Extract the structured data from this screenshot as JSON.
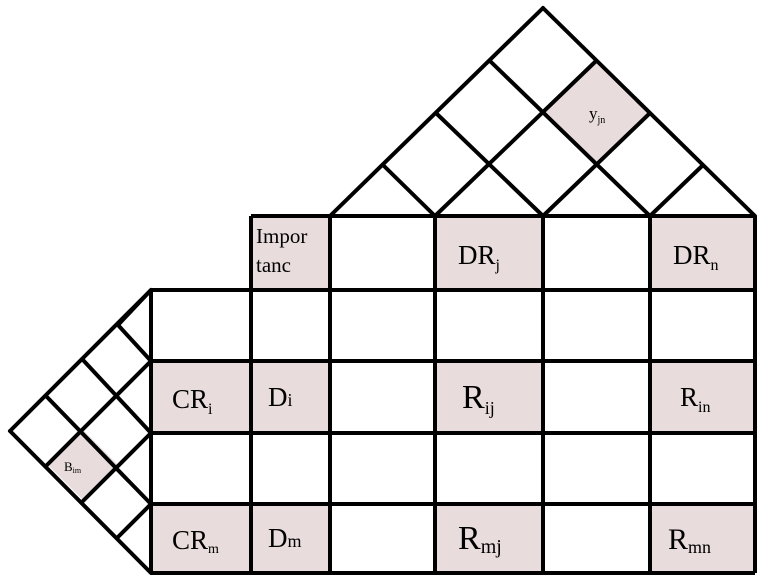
{
  "labels": {
    "importance": {
      "line1": "Impor",
      "line2": "tanc"
    },
    "dr_j": {
      "main": "DR",
      "sub": "j"
    },
    "dr_n": {
      "main": "DR",
      "sub": "n"
    },
    "cr_i": {
      "main": "CR",
      "sub": "i"
    },
    "cr_m": {
      "main": "CR",
      "sub": "m"
    },
    "d_i": {
      "main": "D",
      "sub": "i"
    },
    "d_m": {
      "main": "D",
      "sub": "m"
    },
    "r_ij": {
      "main": "R",
      "sub": "ij"
    },
    "r_in": {
      "main": "R",
      "sub": "in"
    },
    "r_mj": {
      "main": "R",
      "sub": "mj"
    },
    "r_mn": {
      "main": "R",
      "sub": "mn"
    },
    "y_jn": {
      "main": "y",
      "sub": "jn"
    },
    "b_im": {
      "main": "B",
      "sub": "im"
    }
  },
  "colors": {
    "highlight": "#e8dcdc",
    "line": "#000000"
  }
}
